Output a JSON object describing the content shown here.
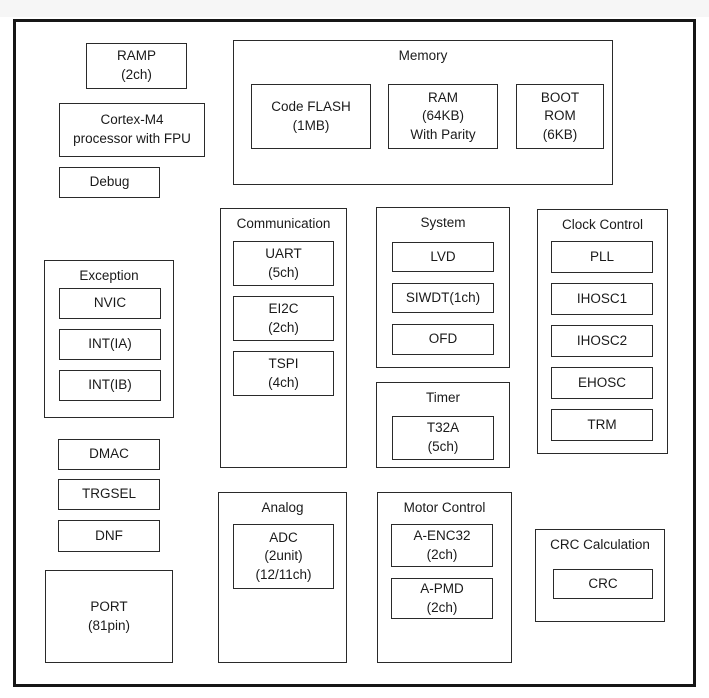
{
  "style": {
    "line_color": "#2a2a2a",
    "outer_border_color": "#161616",
    "background": "#ffffff"
  },
  "cpu": {
    "ramp": "RAMP\n(2ch)",
    "cortex": "Cortex-M4\nprocessor with FPU",
    "debug": "Debug"
  },
  "memory": {
    "title": "Memory",
    "code_flash": "Code FLASH\n(1MB)",
    "ram": "RAM\n(64KB)\nWith Parity",
    "boot_rom": "BOOT\nROM\n(6KB)"
  },
  "exception": {
    "title": "Exception",
    "nvic": "NVIC",
    "int_ia": "INT(IA)",
    "int_ib": "INT(IB)"
  },
  "left_blocks": {
    "dmac": "DMAC",
    "trgsel": "TRGSEL",
    "dnf": "DNF",
    "port": "PORT\n(81pin)"
  },
  "communication": {
    "title": "Communication",
    "uart": "UART\n(5ch)",
    "ei2c": "EI2C\n(2ch)",
    "tspi": "TSPI\n(4ch)"
  },
  "system": {
    "title": "System",
    "lvd": "LVD",
    "siwdt": "SIWDT(1ch)",
    "ofd": "OFD"
  },
  "timer": {
    "title": "Timer",
    "t32a": "T32A\n(5ch)"
  },
  "clock_control": {
    "title": "Clock Control",
    "pll": "PLL",
    "ihosc1": "IHOSC1",
    "ihosc2": "IHOSC2",
    "ehosc": "EHOSC",
    "trm": "TRM"
  },
  "analog": {
    "title": "Analog",
    "adc": "ADC\n(2unit)\n(12/11ch)"
  },
  "motor_control": {
    "title": "Motor Control",
    "a_enc32": "A-ENC32\n(2ch)",
    "a_pmd": "A-PMD\n(2ch)"
  },
  "crc_calculation": {
    "title": "CRC Calculation",
    "crc": "CRC"
  }
}
